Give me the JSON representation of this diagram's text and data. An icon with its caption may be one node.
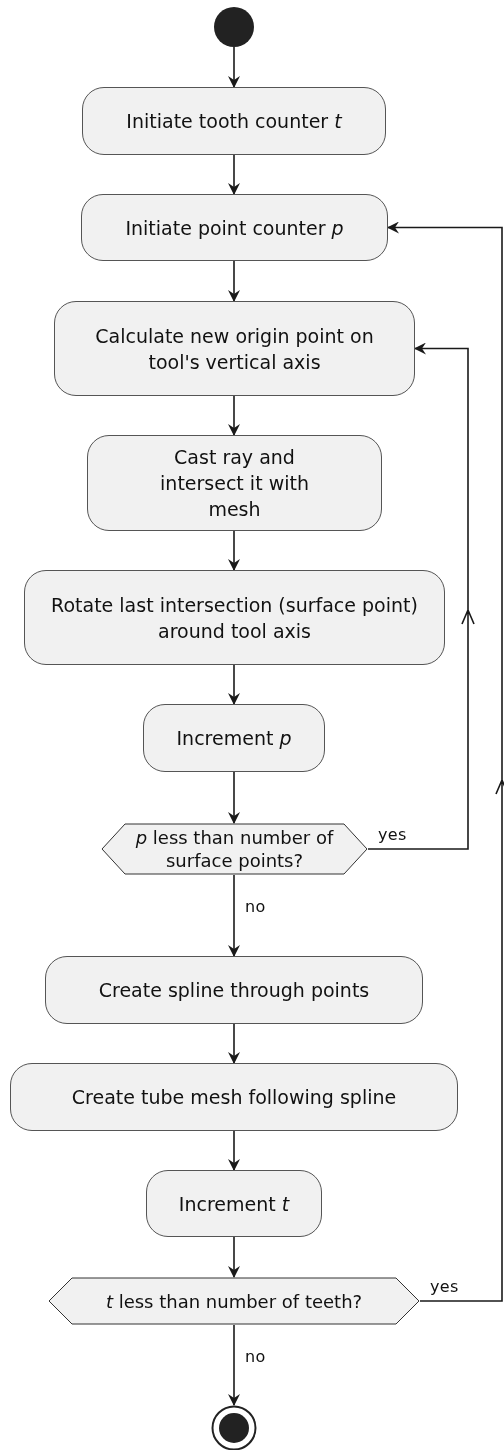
{
  "diagram": {
    "nodes": [
      {
        "text": [],
        "shape": "circle"
      },
      {
        "text": [
          "Initiate tooth counter *t*"
        ]
      },
      {
        "text": [
          "Initiate point counter *p*"
        ]
      },
      {
        "text": [
          "Calculate new origin point on tool's vertical axis"
        ]
      },
      {
        "text": [
          "Cast ray and intersect it with mesh"
        ]
      },
      {
        "text": [
          "Rotate last intersection (surface point) around tool axis"
        ]
      },
      {
        "text": [
          "Increment *p*"
        ]
      },
      {
        "text": [
          "*p* less than number of surface points?"
        ]
      },
      {
        "text": [
          "Create spline through points"
        ]
      },
      {
        "text": [
          "Create tube mesh following spline"
        ]
      },
      {
        "text": [
          "Increment *t*"
        ]
      },
      {
        "text": [
          "*t* less than number of teeth?"
        ]
      },
      {
        "text": [],
        "shape": "circle"
      }
    ],
    "edges": [
      {
        "from": 0,
        "to": 1,
        "arrow": "to"
      },
      {
        "from": 1,
        "to": 2,
        "arrow": "to"
      },
      {
        "from": 2,
        "to": 3,
        "arrow": "to"
      },
      {
        "from": 3,
        "to": 4,
        "arrow": "to"
      },
      {
        "from": 4,
        "to": 5,
        "arrow": "to"
      },
      {
        "from": 5,
        "to": 6,
        "arrow": "to"
      },
      {
        "from": 6,
        "to": 7,
        "arrow": "to"
      },
      {
        "from": 7,
        "to": 3,
        "arrow": "to",
        "label": "yes"
      },
      {
        "from": 7,
        "to": 8,
        "arrow": "to",
        "label": "no"
      },
      {
        "from": 8,
        "to": 9,
        "arrow": "to"
      },
      {
        "from": 9,
        "to": 10,
        "arrow": "to"
      },
      {
        "from": 10,
        "to": 11,
        "arrow": "to"
      },
      {
        "from": 11,
        "to": 2,
        "arrow": "to",
        "label": "yes"
      },
      {
        "from": 11,
        "to": 12,
        "arrow": "to",
        "label": "no"
      }
    ]
  }
}
